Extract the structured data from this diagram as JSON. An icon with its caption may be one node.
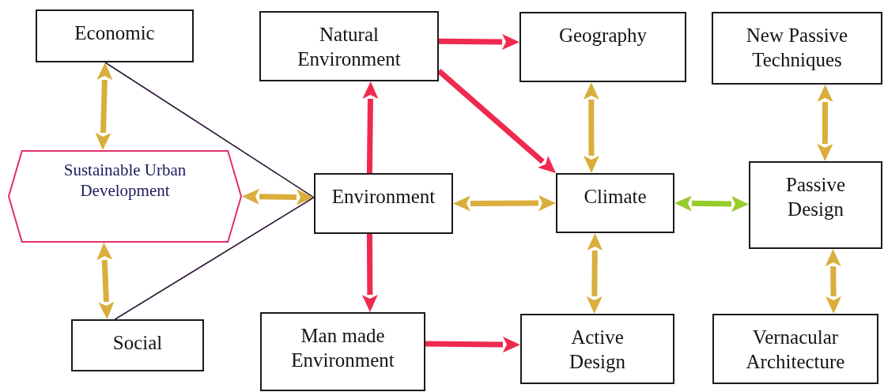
{
  "diagram": {
    "nodes": [
      {
        "text": [
          "Economic"
        ]
      },
      {
        "text": [
          "Natural Environment"
        ]
      },
      {
        "text": [
          "Geography"
        ]
      },
      {
        "text": [
          "New Passive Techniques"
        ]
      },
      {
        "text": [
          "Sustainable Urban Development"
        ]
      },
      {
        "text": [
          "Environment"
        ]
      },
      {
        "text": [
          "Climate"
        ]
      },
      {
        "text": [
          "Passive Design"
        ]
      },
      {
        "text": [
          "Social"
        ]
      },
      {
        "text": [
          "Man made Environment"
        ]
      },
      {
        "text": [
          "Active Design"
        ]
      },
      {
        "text": [
          "Vernacular Architecture"
        ]
      }
    ],
    "edges": [
      {
        "from": 0,
        "to": 4,
        "arrow": "both"
      },
      {
        "from": 0,
        "to": 5,
        "arrow": "none",
        "color": "#2d1838"
      },
      {
        "from": 4,
        "to": 5,
        "arrow": "both"
      },
      {
        "from": 8,
        "to": 5,
        "arrow": "none",
        "color": "#2d1838"
      },
      {
        "from": 4,
        "to": 8,
        "arrow": "both"
      },
      {
        "from": 5,
        "to": 1,
        "arrow": "to",
        "color": "#ef2a4f"
      },
      {
        "from": 5,
        "to": 9,
        "arrow": "to",
        "color": "#ef2a4f"
      },
      {
        "from": 1,
        "to": 2,
        "arrow": "to",
        "color": "#ef2a4f"
      },
      {
        "from": 1,
        "to": 6,
        "arrow": "to",
        "color": "#ef2a4f"
      },
      {
        "from": 5,
        "to": 6,
        "arrow": "both"
      },
      {
        "from": 2,
        "to": 6,
        "arrow": "both"
      },
      {
        "from": 6,
        "to": 7,
        "arrow": "both",
        "color": "#96cc2c"
      },
      {
        "from": 6,
        "to": 10,
        "arrow": "both"
      },
      {
        "from": 9,
        "to": 10,
        "arrow": "to",
        "color": "#ef2a4f"
      },
      {
        "from": 3,
        "to": 7,
        "arrow": "both"
      },
      {
        "from": 7,
        "to": 11,
        "arrow": "both"
      }
    ]
  }
}
